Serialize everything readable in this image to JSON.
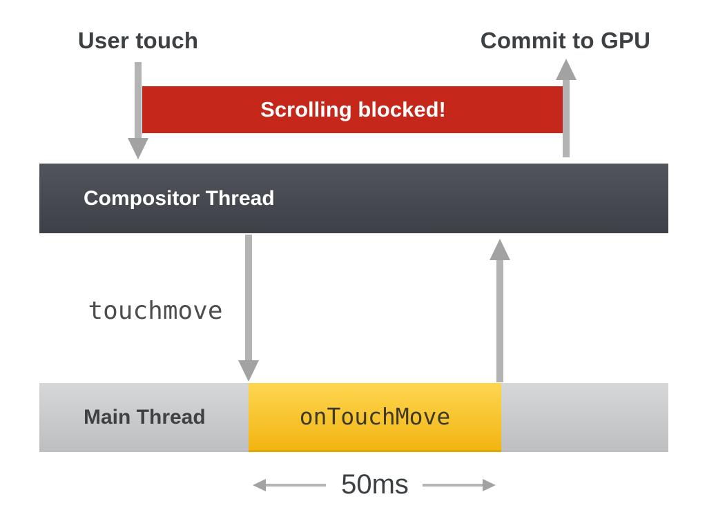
{
  "diagram": {
    "title_left": "User touch",
    "title_right": "Commit to GPU",
    "blocked_banner": "Scrolling blocked!",
    "compositor_bar_label": "Compositor Thread",
    "event_label": "touchmove",
    "main_bar_label": "Main Thread",
    "handler_label": "onTouchMove",
    "duration_label": "50ms"
  },
  "colors": {
    "blocked_bar": "#c5281b",
    "compositor_top": "#51555c",
    "compositor_bottom": "#3d4046",
    "main_top": "#d6d7d9",
    "main_bottom": "#bcbec0",
    "busy_top": "#fdd650",
    "busy_bottom": "#f2b513",
    "busy_edge": "#e5a800",
    "arrow_shaft": "#b3b3b3",
    "arrow_head": "#a2a2a2",
    "heading_text": "#3c4043",
    "mono_text": "#4d4d4d",
    "bar_text_dark": "#3f4245",
    "banner_text": "#ffffff"
  }
}
